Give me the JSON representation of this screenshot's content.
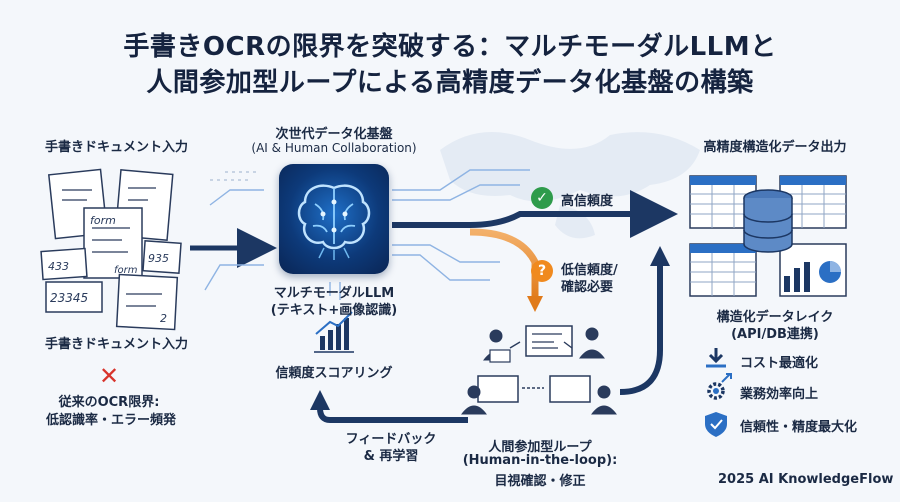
{
  "title_line1": "手書きOCRの限界を突破する：マルチモーダルLLMと",
  "title_line2": "人間参加型ループによる高精度データ化基盤の構築",
  "input": {
    "top_label": "手書きドキュメント入力",
    "bottom_label": "手書きドキュメント入力",
    "doc_texts": [
      "form",
      "433",
      "935",
      "23345",
      "form",
      "2"
    ]
  },
  "limitation": {
    "line1": "従来のOCR限界:",
    "line2": "低認識率・エラー頻発"
  },
  "platform": {
    "title": "次世代データ化基盤",
    "subtitle": "(AI & Human Collaboration)"
  },
  "llm": {
    "line1": "マルチモーダルLLM",
    "line2": "(テキスト+画像認識)"
  },
  "scoring_label": "信頼度スコアリング",
  "high_confidence_label": "高信頼度",
  "low_confidence": {
    "line1": "低信頼度/",
    "line2": "確認必要"
  },
  "hitl": {
    "line1": "人間参加型ループ",
    "line2": "(Human-in-the-loop):",
    "line3": "目視確認・修正"
  },
  "feedback": {
    "line1": "フィードバック",
    "line2": "& 再学習"
  },
  "output": {
    "title": "高精度構造化データ出力",
    "lake_line1": "構造化データレイク",
    "lake_line2": "(API/DB連携)",
    "benefits": [
      "コスト最適化",
      "業務効率向上",
      "信頼性・精度最大化"
    ]
  },
  "footer": "2025 AI KnowledgeFlow",
  "colors": {
    "navy": "#1c3763",
    "blue": "#2b6fc4",
    "green": "#2e9b4b",
    "orange": "#f08a1f",
    "red": "#d8342c"
  }
}
